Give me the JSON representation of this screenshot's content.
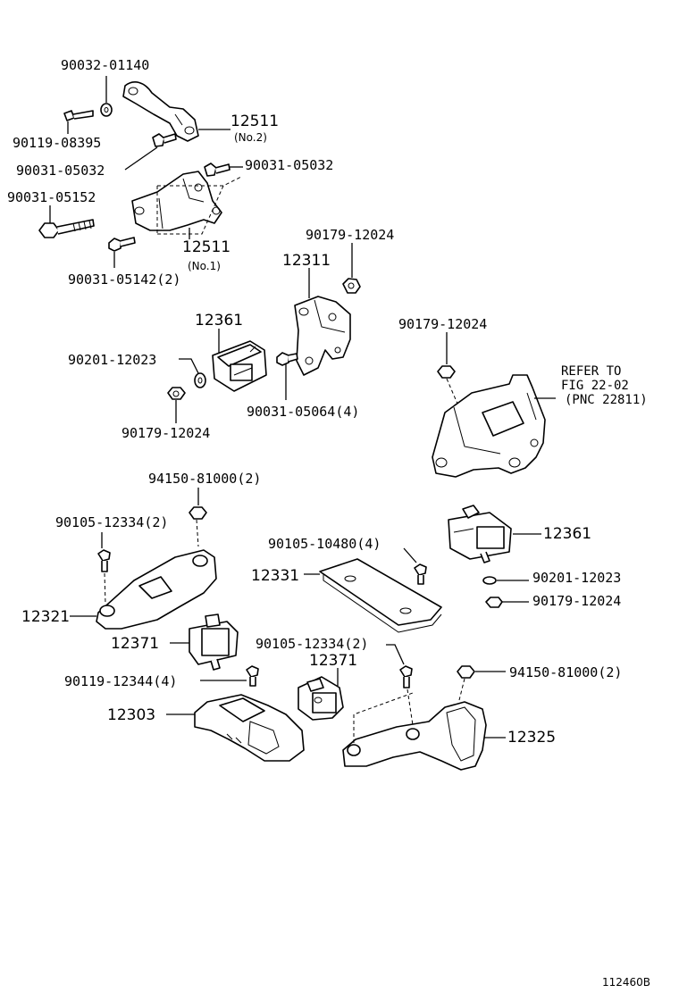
{
  "labels": {
    "l01": "90032-01140",
    "l02": "90119-08395",
    "l03": "12511",
    "l03_sub": "(No.2)",
    "l04": "90031-05032",
    "l05": "90031-05032",
    "l06": "90031-05152",
    "l07": "12511",
    "l07_sub": "(No.1)",
    "l08": "90031-05142(2)",
    "l09": "90179-12024",
    "l10": "12311",
    "l11": "12361",
    "l12": "90201-12023",
    "l13": "90179-12024",
    "l14": "90031-05064(4)",
    "l15": "90179-12024",
    "l16_1": "REFER TO",
    "l16_2": "FIG 22-02",
    "l16_3": "(PNC 22811)",
    "l17": "94150-81000(2)",
    "l18": "90105-12334(2)",
    "l19": "90105-10480(4)",
    "l20": "12361",
    "l21": "12331",
    "l22": "90201-12023",
    "l23": "90179-12024",
    "l24": "12321",
    "l25": "12371",
    "l26": "90105-12334(2)",
    "l27": "12371",
    "l28": "94150-81000(2)",
    "l29": "90119-12344(4)",
    "l30": "12303",
    "l31": "12325"
  },
  "diagram_code": "112460B"
}
